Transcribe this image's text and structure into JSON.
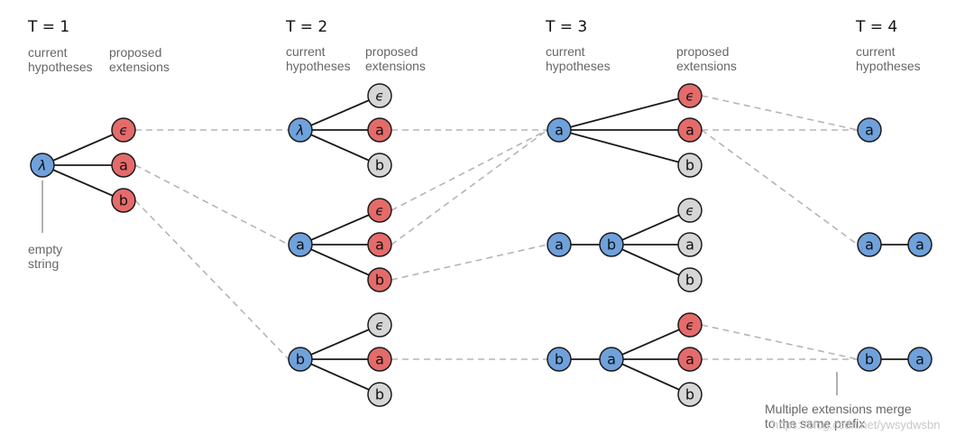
{
  "steps": [
    {
      "title": "T = 1",
      "current_label": [
        "current",
        "hypotheses"
      ],
      "extensions_label": [
        "proposed",
        "extensions"
      ]
    },
    {
      "title": "T = 2",
      "current_label": [
        "current",
        "hypotheses"
      ],
      "extensions_label": [
        "proposed",
        "extensions"
      ]
    },
    {
      "title": "T = 3",
      "current_label": [
        "current",
        "hypotheses"
      ],
      "extensions_label": [
        "proposed",
        "extensions"
      ]
    },
    {
      "title": "T = 4",
      "current_label": [
        "current",
        "hypotheses"
      ]
    }
  ],
  "annotations": {
    "empty_string": [
      "empty",
      "string"
    ],
    "merge_note": [
      "Multiple extensions merge",
      "to the same prefix"
    ]
  },
  "watermark": "https://blog.csdn.net/ywsydwsbn",
  "colors": {
    "hypothesis": "#6fa1dc",
    "selected_extension": "#e56b6b",
    "pruned_extension": "#d6d6d6",
    "node_stroke": "#1a1a1a",
    "dashed_link": "#b5b5b5",
    "label_text": "#666666"
  },
  "symbols": {
    "empty": "λ",
    "blank": "ϵ",
    "a": "a",
    "b": "b"
  }
}
